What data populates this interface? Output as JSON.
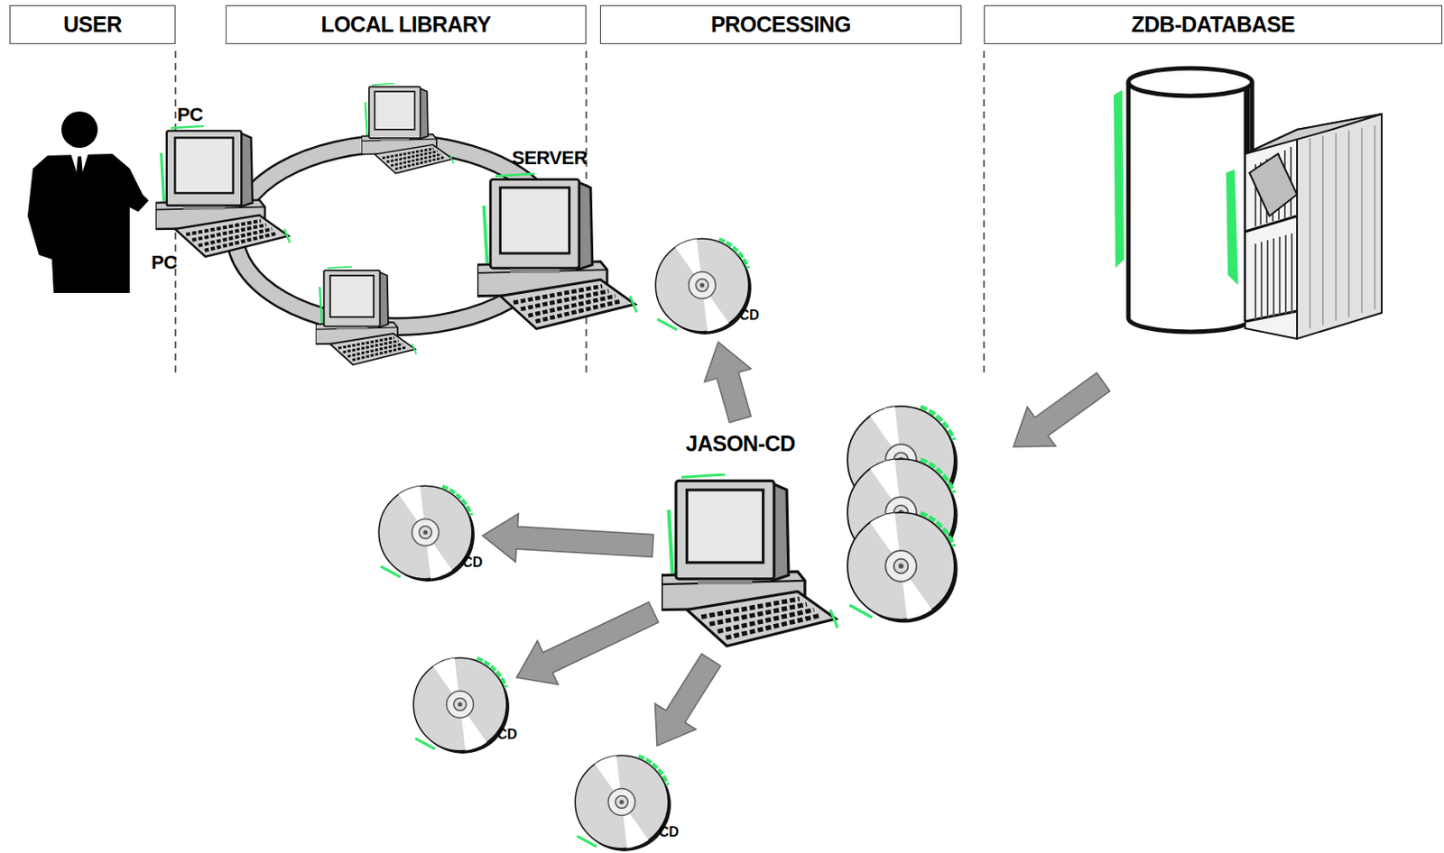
{
  "diagram": {
    "nodes": [
      {
        "text": [
          "USER"
        ]
      },
      {
        "text": [
          "LOCAL LIBRARY"
        ]
      },
      {
        "text": [
          "PROCESSING"
        ]
      },
      {
        "text": [
          "ZDB-DATABASE"
        ]
      },
      {
        "text": [
          "JASON-CD"
        ]
      },
      {
        "text": [
          "CD"
        ]
      },
      {
        "text": [
          "CD"
        ]
      },
      {
        "text": [
          "CD"
        ]
      },
      {
        "text": [
          "CD"
        ]
      }
    ],
    "edges": [
      {
        "from": 4,
        "to": 5,
        "arrow": "to"
      },
      {
        "from": 4,
        "to": 6,
        "arrow": "to"
      },
      {
        "from": 4,
        "to": 7,
        "arrow": "to"
      },
      {
        "from": 4,
        "to": 8,
        "arrow": "to"
      }
    ],
    "labels": [
      "PC",
      "PC",
      "SERVER"
    ]
  }
}
